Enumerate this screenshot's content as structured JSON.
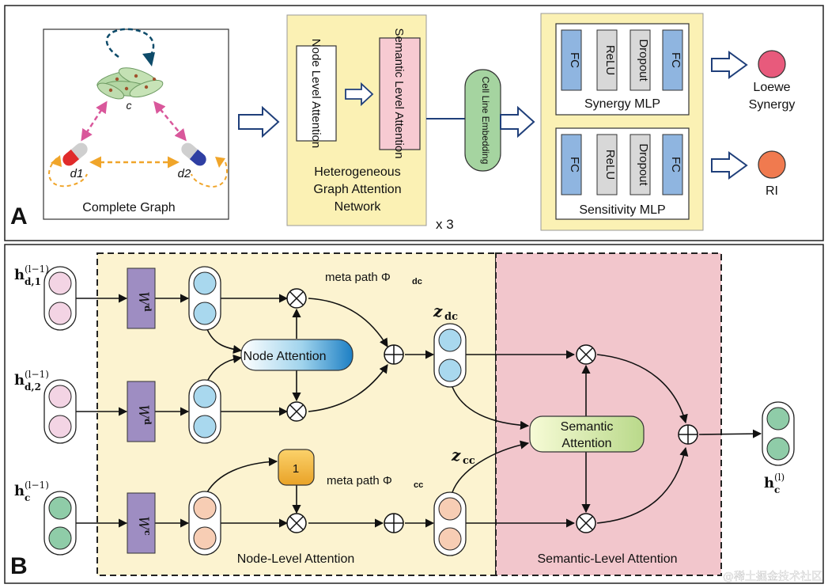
{
  "panelA": {
    "label": "A",
    "graph": {
      "caption": "Complete Graph",
      "node_c": "c",
      "node_d1": "d1",
      "node_d2": "d2"
    },
    "han": {
      "node_level": "Node Level Attention",
      "semantic_level": "Semantic Level Attention",
      "title_lines": [
        "Heterogeneous",
        "Graph Attention",
        "Network"
      ],
      "repeat": "x 3"
    },
    "embedding": "Cell Line Embedding",
    "synergy_mlp": {
      "layers": [
        "FC",
        "ReLU",
        "Dropout",
        "FC"
      ],
      "caption": "Synergy MLP",
      "output_lines": [
        "Loewe",
        "Synergy"
      ]
    },
    "sensitivity_mlp": {
      "layers": [
        "FC",
        "ReLU",
        "Dropout",
        "FC"
      ],
      "caption": "Sensitivity MLP",
      "output": "RI"
    }
  },
  "panelB": {
    "label": "B",
    "inputs": {
      "h_d1": {
        "base": "h",
        "sub": "d,1",
        "sup": "(l−1)"
      },
      "h_d2": {
        "base": "h",
        "sub": "d,2",
        "sup": "(l−1)"
      },
      "h_c": {
        "base": "h",
        "sub": "c",
        "sup": "(l−1)"
      }
    },
    "weights": {
      "wd1": {
        "base": "W",
        "sub": "d"
      },
      "wd2": {
        "base": "W",
        "sub": "d"
      },
      "wc": {
        "base": "W",
        "sub": "c"
      }
    },
    "meta_dc": {
      "text": "meta path Φ",
      "sub": "dc"
    },
    "meta_cc": {
      "text": "meta path Φ",
      "sub": "cc"
    },
    "node_attention": "Node Attention",
    "one": "1",
    "z_dc": {
      "base": "z",
      "sub": "dc"
    },
    "z_cc": {
      "base": "z",
      "sub": "cc"
    },
    "semantic_attention_lines": [
      "Semantic",
      "Attention"
    ],
    "output": {
      "base": "h",
      "sub": "c",
      "sup": "(l)"
    },
    "node_level_caption": "Node-Level Attention",
    "semantic_level_caption": "Semantic-Level Attention",
    "colors": {
      "nodeRegion": "#fcf3d0",
      "semanticRegion": "#f2c6cc",
      "weight": "#9e8dc2",
      "blueCell": "#a9d8ee",
      "pinkCell": "#f3d4e4",
      "greenCell": "#8fcca8",
      "peachCell": "#f7cdb4",
      "one": "#f5b73c"
    }
  },
  "watermark": "@稀土掘金技术社区"
}
